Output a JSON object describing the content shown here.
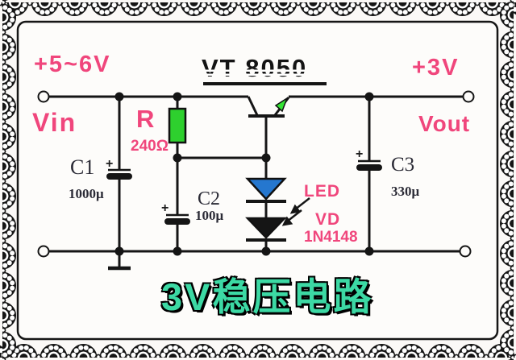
{
  "title": {
    "transistor_label": "VT 8050",
    "caption": "3V稳压电路"
  },
  "labels": {
    "input_voltage": "+5~6V",
    "output_voltage": "+3V",
    "input_name": "Vin",
    "output_name": "Vout"
  },
  "components": {
    "c1": {
      "name": "C1",
      "value": "1000μ",
      "polarity": "+"
    },
    "r": {
      "name": "R",
      "value": "240Ω"
    },
    "c2": {
      "name": "C2",
      "value": "100μ",
      "polarity": "+"
    },
    "c3": {
      "name": "C3",
      "value": "330μ",
      "polarity": "+"
    },
    "led": {
      "name": "LED"
    },
    "vd": {
      "name": "VD",
      "value": "1N4148"
    }
  },
  "colors": {
    "accent_pink": "#f0467c",
    "resistor_green": "#2ed02e",
    "led_blue": "#2577cf",
    "caption_teal": "#3cd9a4",
    "wire_black": "#151515"
  }
}
